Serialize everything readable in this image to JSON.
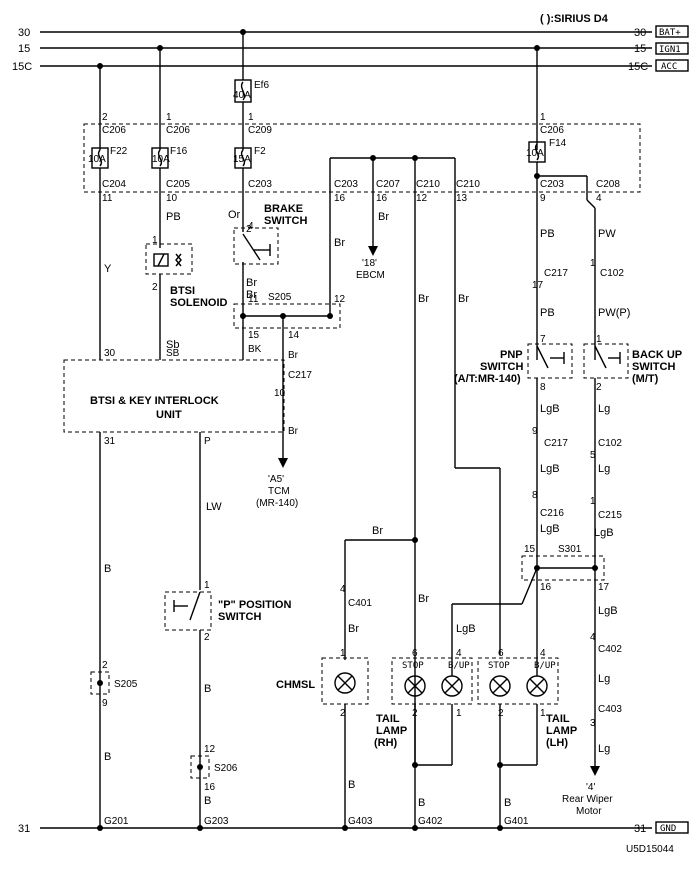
{
  "title": "( ):SIRIUS D4",
  "drawing_id": "U5D15044",
  "rails": [
    {
      "left": "30",
      "right": "30",
      "tag": "BAT+"
    },
    {
      "left": "15",
      "right": "15",
      "tag": "IGN1"
    },
    {
      "left": "15C",
      "right": "15C",
      "tag": "ACC"
    },
    {
      "left": "31",
      "right": "31",
      "tag": "GND"
    }
  ],
  "fuses": [
    {
      "pins_top": "2",
      "conn_top": "C206",
      "name": "F22",
      "amp": "10A",
      "conn_bot": "C204",
      "pin_bot": "11"
    },
    {
      "pins_top": "1",
      "conn_top": "C206",
      "name": "F16",
      "amp": "10A",
      "conn_bot": "C205",
      "pin_bot": "10"
    },
    {
      "pins_top": "1",
      "conn_top": "C209",
      "name": "F2",
      "amp": "15A",
      "conn_bot": "C203",
      "pin_bot": "4"
    },
    {
      "pins_top": "1",
      "conn_top": "C206",
      "name": "F14",
      "amp": "10A",
      "conn_bot": "C203",
      "pin_bot": "9"
    }
  ],
  "ef6": {
    "name": "Ef6",
    "amp": "40A"
  },
  "labels": {
    "brake_switch": [
      "BRAKE",
      "SWITCH"
    ],
    "btsi_solenoid": [
      "BTSI",
      "SOLENOID"
    ],
    "btsi_unit": [
      "BTSI & KEY INTERLOCK",
      "UNIT"
    ],
    "p_switch": [
      "\"P\" POSITION",
      "SWITCH"
    ],
    "pnp_switch": [
      "PNP",
      "SWITCH",
      "(A/T:MR-140)"
    ],
    "backup_switch": [
      "BACK UP",
      "SWITCH",
      "(M/T)"
    ],
    "chmsl": "CHMSL",
    "tail_rh": [
      "TAIL",
      "LAMP",
      "(RH)"
    ],
    "tail_lh": [
      "TAIL",
      "LAMP",
      "(LH)"
    ],
    "ebcm": [
      "'18'",
      "EBCM"
    ],
    "tcm": [
      "'A5'",
      "TCM",
      "(MR-140)"
    ],
    "wiper": [
      "'4'",
      "Rear Wiper",
      "Motor"
    ]
  },
  "wire_colors": {
    "Y": "Y",
    "PB": "PB",
    "Sb": "Sb",
    "SB": "SB",
    "BK": "BK",
    "Br": "Br",
    "Or": "Or",
    "LW": "LW",
    "B": "B",
    "LgB": "LgB",
    "Lg": "Lg",
    "PW": "PW",
    "PWP": "PW(P)",
    "P": "P"
  },
  "connectors": {
    "c203a": "C203",
    "c203b": "C203",
    "c207": "C207",
    "c210a": "C210",
    "c210b": "C210",
    "c208": "C208",
    "c217a": "C217",
    "c217b": "C217",
    "c217c": "C217",
    "c102a": "C102",
    "c102b": "C102",
    "c216": "C216",
    "c215": "C215",
    "c401": "C401",
    "c402": "C402",
    "c403": "C403",
    "s205a": "S205",
    "s205b": "S205",
    "s206": "S206",
    "s301": "S301"
  },
  "grounds": [
    "G201",
    "G203",
    "G403",
    "G402",
    "G401"
  ],
  "lamp_tags": {
    "stop": "STOP",
    "bup": "B/UP"
  }
}
